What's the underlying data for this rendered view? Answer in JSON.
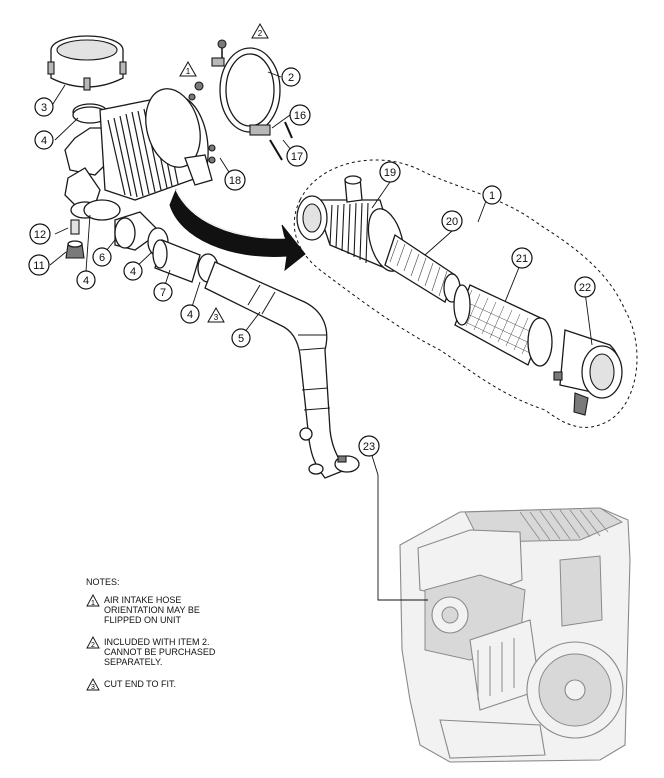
{
  "callouts": {
    "c1": "1",
    "c2": "2",
    "c3": "3",
    "c4a": "4",
    "c4b": "4",
    "c4c": "4",
    "c4d": "4",
    "c5": "5",
    "c6": "6",
    "c7": "7",
    "c11": "11",
    "c12": "12",
    "c16": "16",
    "c17": "17",
    "c18": "18",
    "c19": "19",
    "c20": "20",
    "c21": "21",
    "c22": "22",
    "c23": "23"
  },
  "flags": {
    "f2": "2",
    "f1": "1",
    "f3": "3"
  },
  "notes": {
    "header": "NOTES:",
    "items": [
      {
        "number": "1",
        "text": "AIR INTAKE  HOSE\nORIENTATION MAY BE\nFLIPPED ON UNIT"
      },
      {
        "number": "2",
        "text": "INCLUDED WITH ITEM 2.\nCANNOT BE PURCHASED\nSEPARATELY."
      },
      {
        "number": "3",
        "text": "CUT END TO FIT."
      }
    ]
  }
}
